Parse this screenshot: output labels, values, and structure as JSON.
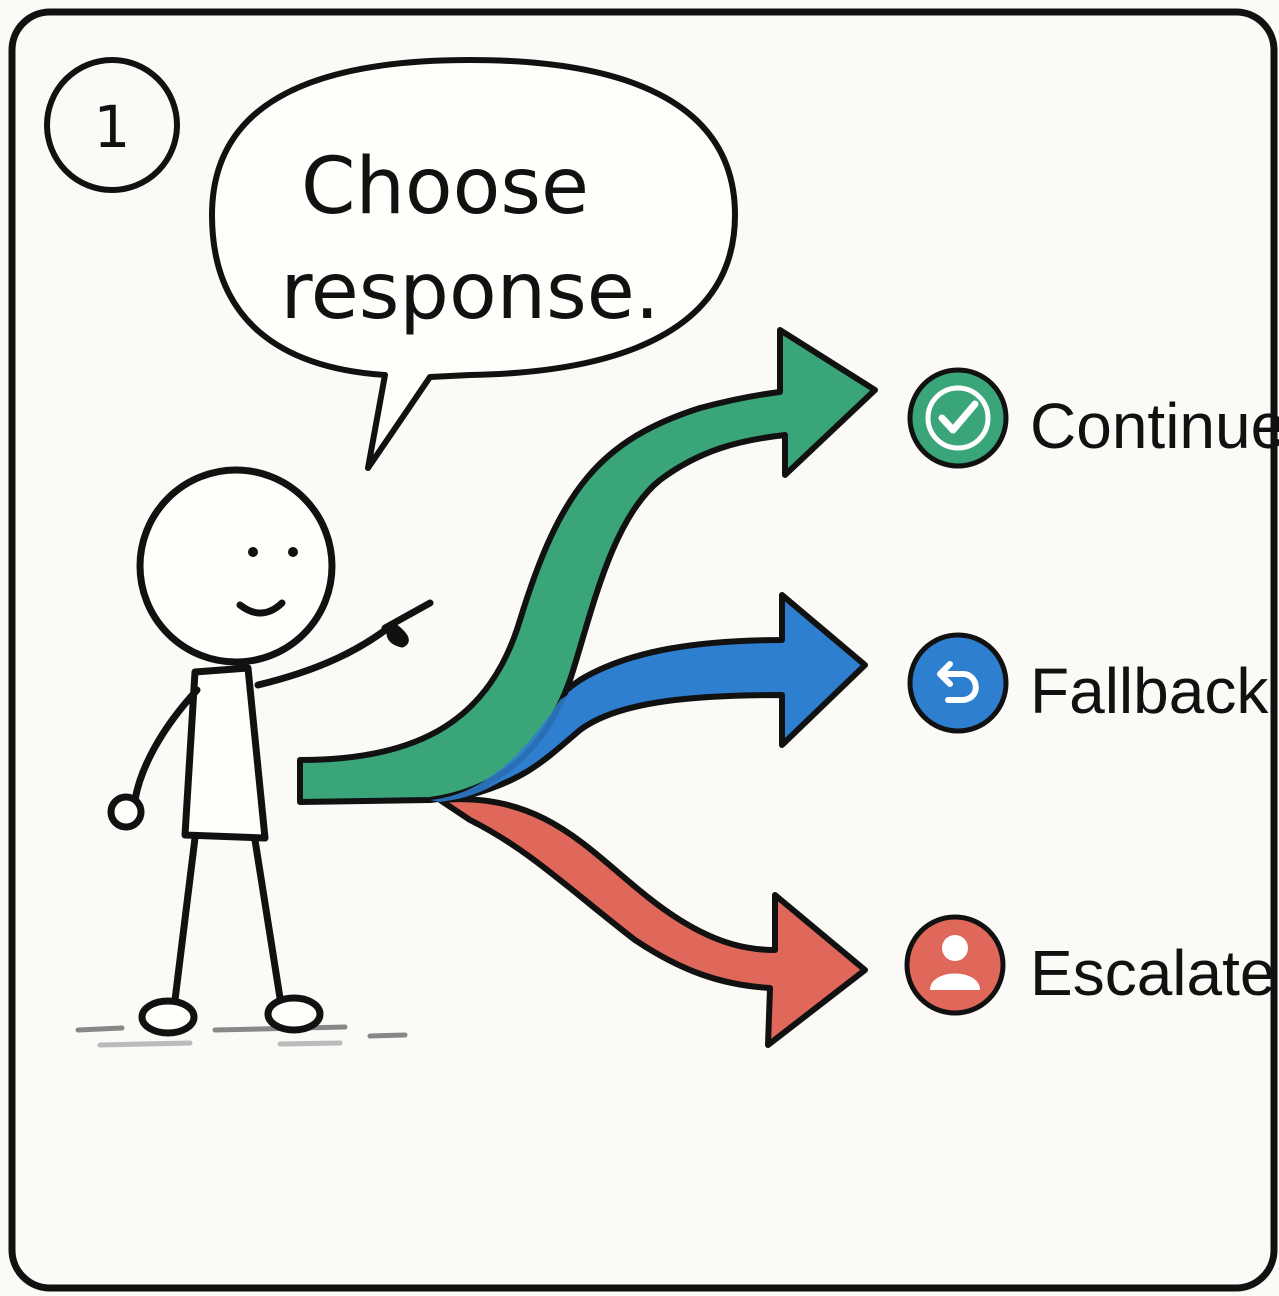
{
  "step": {
    "number": "1"
  },
  "speech": {
    "line1": "Choose",
    "line2": "response."
  },
  "options": [
    {
      "label": "Continue",
      "icon": "check-icon",
      "color": "#3aa579"
    },
    {
      "label": "Fallback",
      "icon": "undo-arrow-icon",
      "color": "#2f7fd1"
    },
    {
      "label": "Escalate",
      "icon": "person-icon",
      "color": "#e0685a"
    }
  ],
  "colors": {
    "background": "#fbfaf6",
    "ink": "#111111",
    "continue": "#3aa579",
    "fallback": "#2f7fd1",
    "escalate": "#e0685a"
  }
}
